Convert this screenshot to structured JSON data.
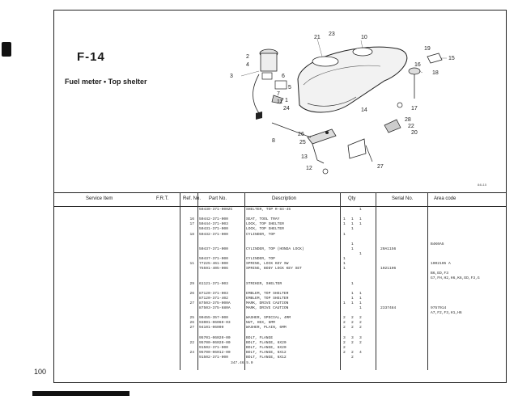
{
  "figure": {
    "code": "F-14",
    "title": "Fuel meter • Top shelter"
  },
  "page_number": "100",
  "diagram": {
    "callouts": [
      "21",
      "23",
      "10",
      "2",
      "15",
      "19",
      "4",
      "3",
      "6",
      "5",
      "16",
      "18",
      "7",
      "11",
      "1",
      "24",
      "14",
      "17",
      "28",
      "22",
      "20",
      "26",
      "8",
      "25",
      "13",
      "12",
      "27"
    ]
  },
  "diagram_code": "84L15",
  "table": {
    "headers": {
      "service_item": "Service Item",
      "frt": "F.R.T.",
      "ref_no": "Ref. No.",
      "part_no": "Part No.",
      "description": "Description",
      "qty": "Qty",
      "serial_no": "Serial No.",
      "area_code": "Area code"
    },
    "rows": [
      {
        "ref": "",
        "part": "50430-371-000ZC",
        "desc": "SHELTER, TOP  R-84-45",
        "q1": "",
        "q2": "",
        "q3": "1",
        "serial": "",
        "area": ""
      },
      {
        "ref": "",
        "part": "",
        "desc": "",
        "q1": "",
        "q2": "",
        "q3": "",
        "serial": "",
        "area": ""
      },
      {
        "ref": "16",
        "part": "50442-371-000",
        "desc": "SEAT, TOOL TRAY",
        "q1": "1",
        "q2": "1",
        "q3": "1",
        "serial": "",
        "area": ""
      },
      {
        "ref": "17",
        "part": "50444-371-003",
        "desc": "LOCK, TOP SHELTER",
        "q1": "1",
        "q2": "1",
        "q3": "1",
        "serial": "",
        "area": ""
      },
      {
        "ref": "",
        "part": "50431-371-000",
        "desc": "LOCK, TOP SHELTER",
        "q1": "",
        "q2": "1",
        "q3": "",
        "serial": "",
        "area": ""
      },
      {
        "ref": "18",
        "part": "50432-371-000",
        "desc": "CYLINDER, TOP",
        "q1": "1",
        "q2": "",
        "q3": "",
        "serial": "",
        "area": ""
      },
      {
        "ref": "",
        "part": "",
        "desc": "",
        "q1": "",
        "q2": "",
        "q3": "",
        "serial": "",
        "area": ""
      },
      {
        "ref": "",
        "part": "",
        "desc": "",
        "q1": "",
        "q2": "1",
        "q3": "",
        "serial": "",
        "area": "B4K0A5"
      },
      {
        "ref": "",
        "part": "50437-371-000",
        "desc": "CYLINDER, TOP (HONDA LOCK)",
        "q1": "",
        "q2": "1",
        "q3": "",
        "serial": "20A1156",
        "area": ""
      },
      {
        "ref": "",
        "part": "",
        "desc": "",
        "q1": "",
        "q2": "",
        "q3": "1",
        "serial": "",
        "area": ""
      },
      {
        "ref": "",
        "part": "50437-371-000",
        "desc": "CYLINDER, TOP",
        "q1": "1",
        "q2": "",
        "q3": "",
        "serial": "",
        "area": ""
      },
      {
        "ref": "11",
        "part": "77225-461-000",
        "desc": "SPRING, LOCK KEY SW",
        "q1": "1",
        "q2": "",
        "q3": "",
        "serial": "",
        "area": "1002105 A"
      },
      {
        "ref": "",
        "part": "75591-405-006",
        "desc": "SPRING, BODY LOCK KEY SET",
        "q1": "1",
        "q2": "",
        "q3": "",
        "serial": "1021106",
        "area": ""
      },
      {
        "ref": "",
        "part": "",
        "desc": "",
        "q1": "",
        "q2": "",
        "q3": "",
        "serial": "",
        "area": "B6,ED,F3"
      },
      {
        "ref": "",
        "part": "",
        "desc": "",
        "q1": "",
        "q2": "",
        "q3": "",
        "serial": "",
        "area": "G7,FH,H2,H6,K6,ED,F3,G"
      },
      {
        "ref": "29",
        "part": "61121-371-003",
        "desc": "STRIKER, SHELTER",
        "q1": "",
        "q2": "1",
        "q3": "",
        "serial": "",
        "area": ""
      },
      {
        "ref": "",
        "part": "",
        "desc": "",
        "q1": "",
        "q2": "",
        "q3": "",
        "serial": "",
        "area": ""
      },
      {
        "ref": "26",
        "part": "87120-371-003",
        "desc": "EMBLEM, TOP SHELTER",
        "q1": "",
        "q2": "1",
        "q3": "1",
        "serial": "",
        "area": ""
      },
      {
        "ref": "",
        "part": "87120-371-402",
        "desc": "EMBLEM, TOP SHELTER",
        "q1": "",
        "q2": "1",
        "q3": "1",
        "serial": "",
        "area": ""
      },
      {
        "ref": "27",
        "part": "87503-375-000A",
        "desc": "MARK, DRIVE CAUTION",
        "q1": "1",
        "q2": "1",
        "q3": "1",
        "serial": "",
        "area": ""
      },
      {
        "ref": "",
        "part": "87503-375-680A",
        "desc": "MARK, DRIVE CAUTION",
        "q1": "",
        "q2": "",
        "q3": "1",
        "serial": "2337484",
        "area": "9757014"
      },
      {
        "ref": "",
        "part": "",
        "desc": "",
        "q1": "",
        "q2": "",
        "q3": "",
        "serial": "",
        "area": "A7,F2,F3,H1,H6"
      },
      {
        "ref": "25",
        "part": "90455-357-000",
        "desc": "WASHER, SPECIAL, 4MM",
        "q1": "2",
        "q2": "2",
        "q3": "2",
        "serial": "",
        "area": ""
      },
      {
        "ref": "26",
        "part": "93001-06060-03",
        "desc": "NUT, HEX, 6MM",
        "q1": "2",
        "q2": "2",
        "q3": "2",
        "serial": "",
        "area": ""
      },
      {
        "ref": "27",
        "part": "94101-06000",
        "desc": "WASHER, PLAIN, 6MM",
        "q1": "2",
        "q2": "2",
        "q3": "2",
        "serial": "",
        "area": ""
      },
      {
        "ref": "",
        "part": "",
        "desc": "",
        "q1": "",
        "q2": "",
        "q3": "",
        "serial": "",
        "area": ""
      },
      {
        "ref": "",
        "part": "95701-06020-00",
        "desc": "BOLT, FLANGE",
        "q1": "3",
        "q2": "3",
        "q3": "3",
        "serial": "",
        "area": ""
      },
      {
        "ref": "22",
        "part": "95700-06020-00",
        "desc": "BOLT, FLANGE, 6X20",
        "q1": "2",
        "q2": "2",
        "q3": "2",
        "serial": "",
        "area": ""
      },
      {
        "ref": "",
        "part": "91502-371-000",
        "desc": "BOLT, FLANGE, 6X20",
        "q1": "2",
        "q2": "",
        "q3": "",
        "serial": "",
        "area": ""
      },
      {
        "ref": "24",
        "part": "95700-06012-00",
        "desc": "BOLT, FLANGE, 6X12",
        "q1": "2",
        "q2": "2",
        "q3": "4",
        "serial": "",
        "area": ""
      },
      {
        "ref": "",
        "part": "91502-371-000",
        "desc": "BOLT, FLANGE, 6X12",
        "q1": "",
        "q2": "2",
        "q3": "",
        "serial": "",
        "area": ""
      }
    ],
    "footer": "347.46.5.0"
  }
}
